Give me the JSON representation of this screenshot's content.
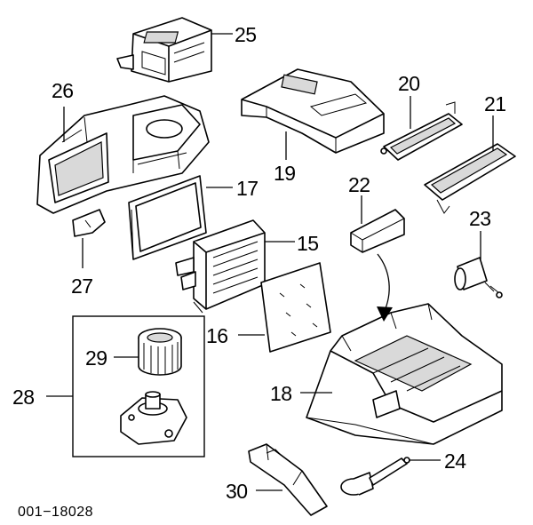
{
  "callouts": [
    {
      "id": "25",
      "label": "25"
    },
    {
      "id": "26",
      "label": "26"
    },
    {
      "id": "19",
      "label": "19"
    },
    {
      "id": "20",
      "label": "20"
    },
    {
      "id": "21",
      "label": "21"
    },
    {
      "id": "17",
      "label": "17"
    },
    {
      "id": "22",
      "label": "22"
    },
    {
      "id": "23",
      "label": "23"
    },
    {
      "id": "15",
      "label": "15"
    },
    {
      "id": "27",
      "label": "27"
    },
    {
      "id": "16",
      "label": "16"
    },
    {
      "id": "29",
      "label": "29"
    },
    {
      "id": "28",
      "label": "28"
    },
    {
      "id": "18",
      "label": "18"
    },
    {
      "id": "24",
      "label": "24"
    },
    {
      "id": "30",
      "label": "30"
    }
  ],
  "reference_code": "001−18028"
}
